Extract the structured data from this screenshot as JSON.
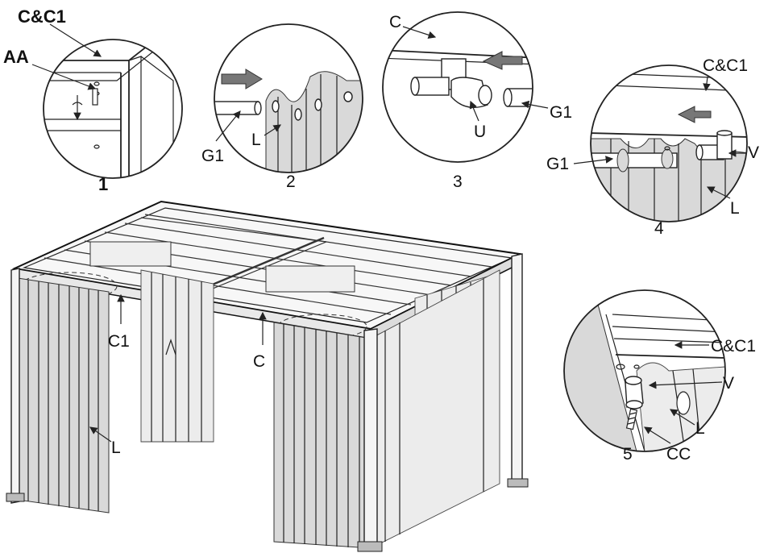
{
  "detail_1": {
    "number": "1",
    "labels": {
      "c_and_c1": "C&C1",
      "aa": "AA"
    }
  },
  "detail_2": {
    "number": "2",
    "labels": {
      "g1": "G1",
      "l": "L"
    }
  },
  "detail_3": {
    "number": "3",
    "labels": {
      "c": "C",
      "g1": "G1",
      "u": "U"
    }
  },
  "detail_4": {
    "number": "4",
    "labels": {
      "c_and_c1": "C&C1",
      "g1": "G1",
      "v": "V",
      "l": "L"
    }
  },
  "detail_5": {
    "number": "5",
    "labels": {
      "c_and_c1": "C&C1",
      "v": "V",
      "l": "L",
      "cc": "CC"
    }
  },
  "main_view": {
    "labels": {
      "c1": "C1",
      "c": "C",
      "l": "L"
    }
  }
}
